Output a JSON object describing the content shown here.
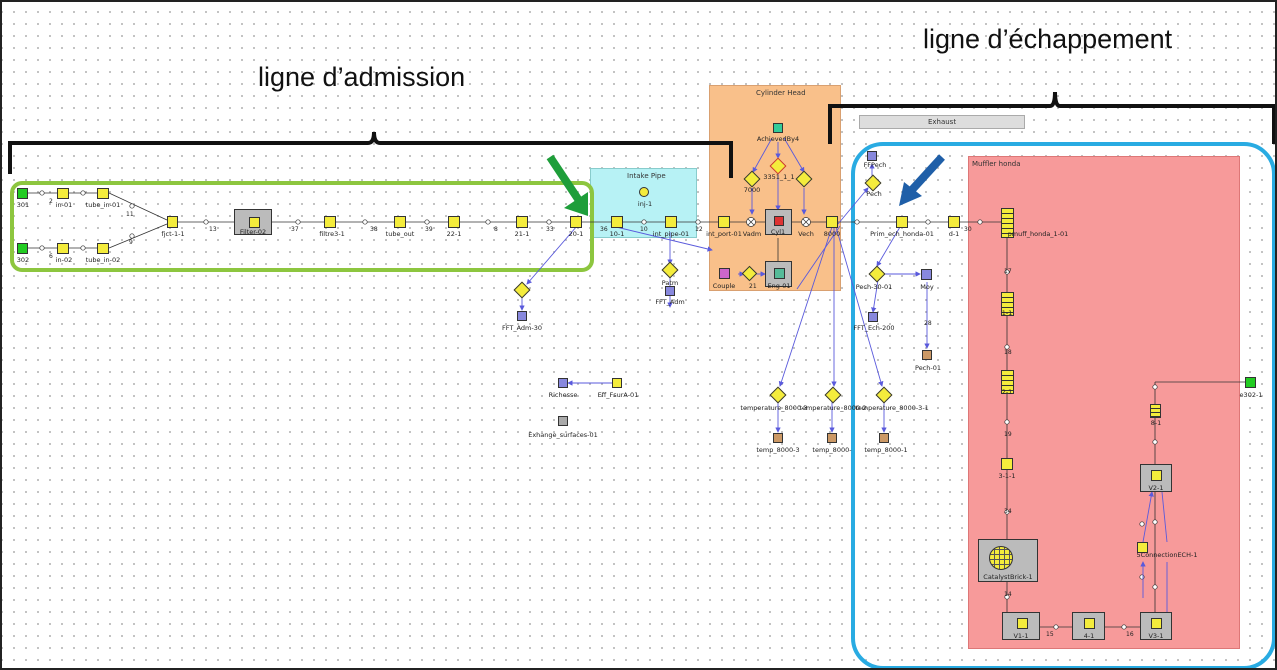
{
  "annotations": {
    "intake_line": "ligne d’admission",
    "exhaust_line": "ligne d’échappement"
  },
  "regions": {
    "intake_pipe": "Intake Pipe",
    "cylinder_head": "Cylinder Head",
    "exhaust": "Exhaust",
    "muffler": "Muffler honda"
  },
  "block_labels": {
    "b301": "301",
    "b302": "302",
    "in01": "in-01",
    "in02": "in-02",
    "tube_in01": "tube_in-01",
    "tube_in02": "tube_in-02",
    "fjct1": "fjct-1-1",
    "filter02": "Filter-02",
    "filtre3": "filtre3-1",
    "tube_out": "tube_out",
    "b22": "22-1",
    "b21": "21-1",
    "b20": "20-1",
    "b10": "10-1",
    "inj": "inj-1",
    "int_pipe": "int_pipe-01",
    "patm": "Patm",
    "fft_adm": "FFT_Adm",
    "fft_adm30": "FFT_Adm-30",
    "int_port": "int_port-01",
    "vadm": "Vadm",
    "cyl1": "Cyl1",
    "vech": "Vech",
    "couple": "Couple",
    "eng01": "Eng-01",
    "achievedby": "AchievedBy4",
    "b7000": "7000",
    "b3351": "3351_1_1",
    "b8000": "8000",
    "richesse": "Richesse",
    "eff_fsura": "Eff_FsurA-01",
    "exhange": "Exhange_surfaces-01",
    "temp_prb3": "temperature_8000-3",
    "temp_prb2": "temperature_8000-2",
    "temp_prb1": "temperature_8000-3-1",
    "temp3": "temp_8000-3",
    "temp2": "temp_8000-",
    "temp1": "temp_8000-1",
    "ffpech": "FFPech",
    "pech": "Pech",
    "prim_ech": "Prim_ech_honda-01",
    "d1": "d-1",
    "pech30": "Pech-30-01",
    "moy": "Moy",
    "fft_ech": "FFT_Ech-200",
    "pech01": "Pech-01",
    "pmuff": "pmuff_honda_1-01",
    "b1_1": "1-1",
    "b2_1": "2-1",
    "b3_1": "3-1-1",
    "catalyst": "CatalystBrick-1",
    "v1": "V1-1",
    "b4_1": "4-1",
    "v3": "V3-1",
    "v2": "V2-1",
    "b8_1": "8-1",
    "connection": "5ConnectionECH-1",
    "e302": "e302-1"
  },
  "link_numbers": {
    "n2": "2",
    "n6": "6",
    "n11": "11",
    "n9": "9",
    "n13": "13",
    "n37": "37",
    "n38": "38",
    "n39": "39",
    "n8": "8",
    "n33": "33",
    "n36": "36",
    "n10": "10",
    "n12": "12",
    "n30": "30",
    "n17": "17",
    "n18": "18",
    "n19": "19",
    "n34": "34",
    "n14": "14",
    "n15": "15",
    "n16": "16",
    "n28": "28",
    "n21": "21"
  },
  "colors": {
    "intake_outline": "#8dc63f",
    "exhaust_outline": "#29abe2",
    "green_arrow": "#1e9e3a",
    "blue_arrow": "#1f5fa8",
    "intake_pipe_fill": "#b7f2f5",
    "cylinder_head_fill": "#f9c08a",
    "muffler_fill": "#f79a9a",
    "signal_link": "#5a5adc",
    "component_fill": "#f4ec3c"
  }
}
